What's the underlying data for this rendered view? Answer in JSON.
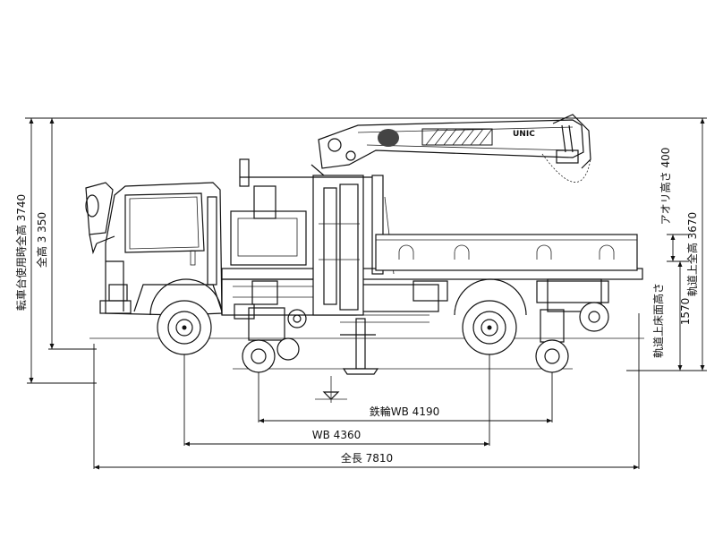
{
  "dimensions": {
    "overall_height_rail": "転車台使用時全高 3740",
    "overall_height": "全高 3 350",
    "tailgate_height": "アオリ高さ 400",
    "rail_overall_height": "軌道上全高 3670",
    "rail_deck_height": "軌道上床面高さ",
    "rail_deck_height_value": "1570",
    "rail_wheelbase": "鉄輪WB 4190",
    "wheelbase": "WB 4360",
    "overall_length": "全長 7810"
  },
  "crane_logo": "UNIC",
  "colors": {
    "line": "#111111",
    "background": "#ffffff"
  }
}
